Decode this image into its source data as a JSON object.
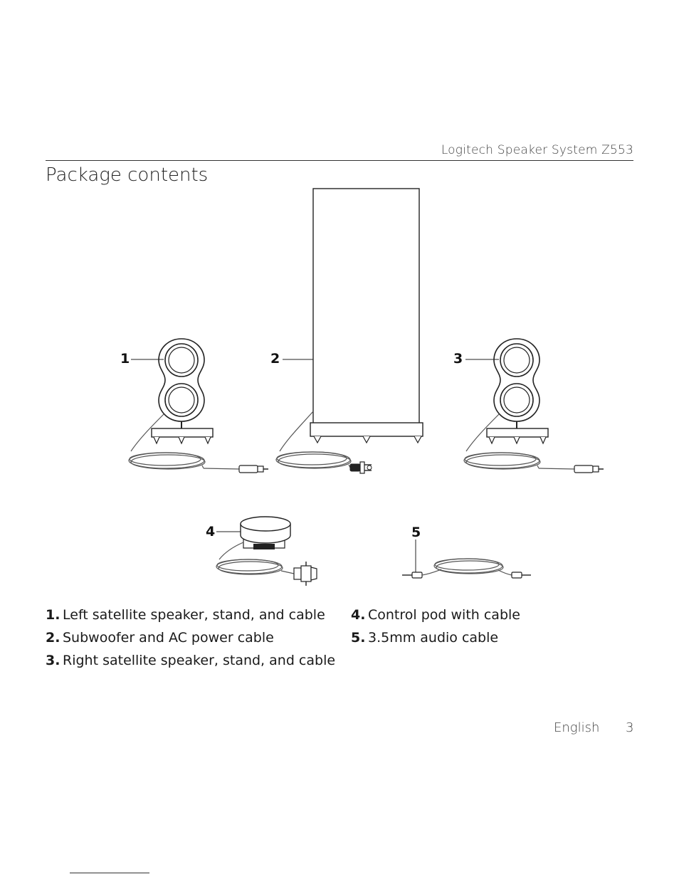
{
  "header": {
    "product_name": "Logitech Speaker System Z553",
    "title": "Package contents"
  },
  "callouts": [
    "1",
    "2",
    "3",
    "4",
    "5"
  ],
  "contents": {
    "left_column": [
      {
        "num": "1.",
        "text": "Left satellite speaker, stand, and cable"
      },
      {
        "num": "2.",
        "text": "Subwoofer and AC power cable"
      },
      {
        "num": "3.",
        "text": "Right satellite speaker, stand, and cable"
      }
    ],
    "right_column": [
      {
        "num": "4.",
        "text": "Control pod with cable"
      },
      {
        "num": "5.",
        "text": "3.5mm audio cable"
      }
    ]
  },
  "footer": {
    "language": "English",
    "page_number": "3"
  }
}
